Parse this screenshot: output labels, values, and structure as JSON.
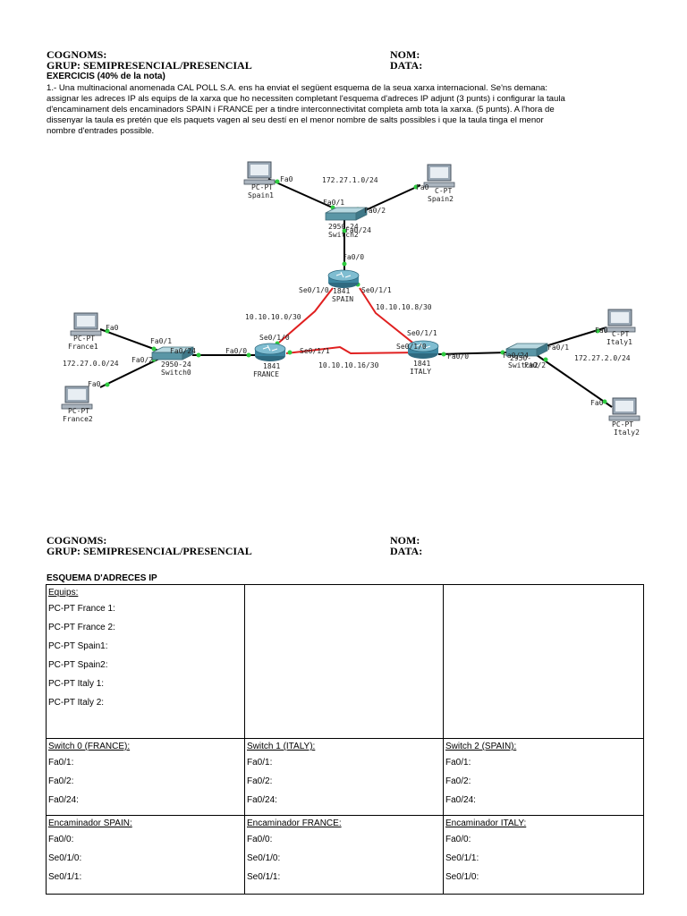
{
  "header": {
    "cognoms": "COGNOMS:",
    "grup": "GRUP: SEMIPRESENCIAL/PRESENCIAL",
    "nom": "NOM:",
    "data": "DATA:"
  },
  "exercise": {
    "title": "EXERCICIS (40% de la nota)",
    "lines": [
      "1.- Una multinacional anomenada CAL POLL S.A. ens ha enviat el següent esquema de la seua xarxa internacional. Se'ns demana:",
      "assignar les adreces IP als equips de la xarxa que ho necessiten completant l'esquema d'adreces IP adjunt (3 punts) i configurar la taula",
      "d'encaminament dels encaminadors SPAIN i FRANCE per a tindre interconnectivitat completa amb tota la xarxa. (5 punts). A l'hora de",
      "dissenyar la taula es pretén que els paquets vagen al seu destí en el menor nombre de salts possibles i que la taula tinga el menor",
      "nombre d'entrades possible."
    ]
  },
  "diagram": {
    "pc_spain1": [
      "PC-PT",
      "Spain1"
    ],
    "pc_spain2": [
      "C-PT",
      "Spain2"
    ],
    "pc_france1": [
      "PC-PT",
      "France1"
    ],
    "pc_france2": [
      "PC-PT",
      "France2"
    ],
    "pc_italy1": [
      "C-PT",
      "Italy1"
    ],
    "pc_italy2": [
      "PC-PT",
      "Italy2"
    ],
    "switch_spain": [
      "2950-24",
      "Switch2"
    ],
    "switch_france": [
      "2950-24",
      "Switch0"
    ],
    "switch_italy": [
      "2950-",
      "Switch2"
    ],
    "router_spain": [
      "1841",
      "SPAIN"
    ],
    "router_france": [
      "1841",
      "FRANCE"
    ],
    "router_italy": [
      "1841",
      "ITALY"
    ],
    "net_spain": "172.27.1.0/24",
    "net_france": "172.27.0.0/24",
    "net_italy": "172.27.2.0/24",
    "link_sp_fr": "10.10.10.0/30",
    "link_sp_it": "10.10.10.8/30",
    "link_fr_it": "10.10.10.16/30",
    "port_labels": {
      "fa0": "Fa0",
      "fa01": "Fa0/1",
      "fa02": "Fa0/2",
      "fa024": "Fa0/24",
      "fa00": "Fa0/0",
      "se010": "Se0/1/0",
      "se011": "Se0/1/1"
    }
  },
  "section": {
    "title": "ESQUEMA D'ADRECES IP"
  },
  "table": {
    "equips_header": "Equips:",
    "equips": [
      "PC-PT France 1:",
      "PC-PT France 2:",
      "PC-PT Spain1:",
      "PC-PT Spain2:",
      "PC-PT Italy 1:",
      "PC-PT Italy 2:"
    ],
    "switches": [
      {
        "title": "Switch 0 (FRANCE):",
        "ports": [
          "Fa0/1:",
          "Fa0/2:",
          "Fa0/24:"
        ]
      },
      {
        "title": "Switch 1 (ITALY):",
        "ports": [
          "Fa0/1:",
          "Fa0/2:",
          "Fa0/24:"
        ]
      },
      {
        "title": "Switch 2 (SPAIN):",
        "ports": [
          "Fa0/1:",
          "Fa0/2:",
          "Fa0/24:"
        ]
      }
    ],
    "routers": [
      {
        "title": "Encaminador SPAIN:",
        "ports": [
          "Fa0/0:",
          "Se0/1/0:",
          "Se0/1/1:"
        ]
      },
      {
        "title": "Encaminador FRANCE:",
        "ports": [
          "Fa0/0:",
          "Se0/1/0:",
          "Se0/1/1:"
        ]
      },
      {
        "title": "Encaminador ITALY:",
        "ports": [
          "Fa0/0:",
          "Se0/1/1:",
          "Se0/1/0:"
        ]
      }
    ]
  }
}
